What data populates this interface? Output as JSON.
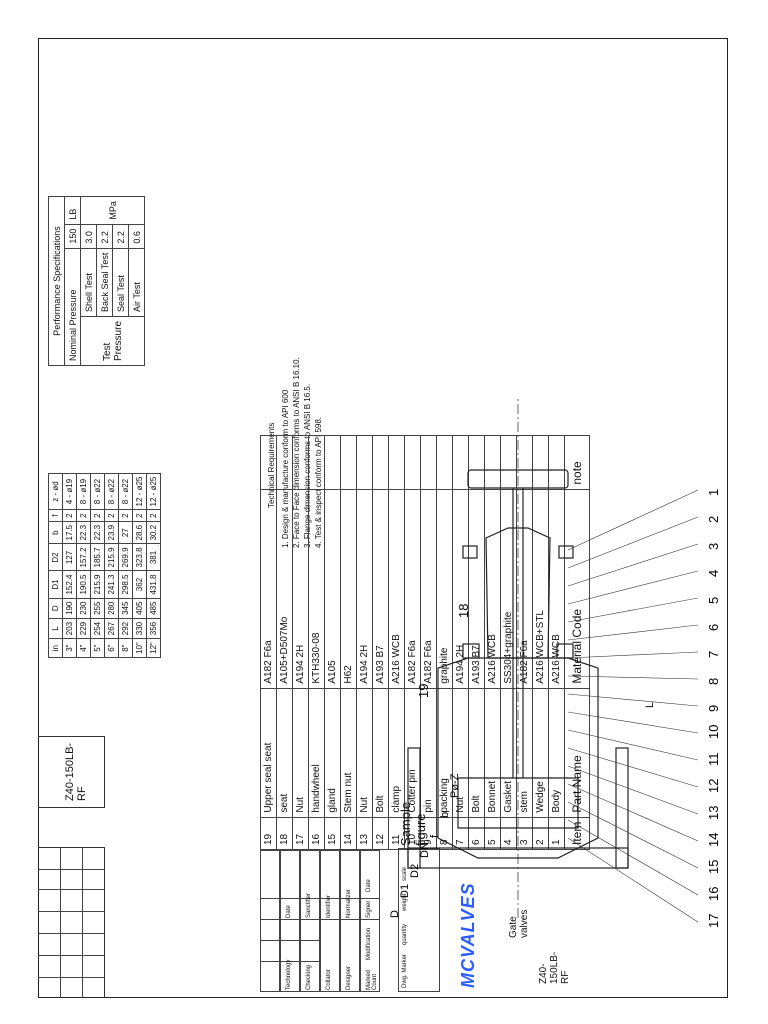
{
  "model": "Z40-150LB- RF",
  "performance": {
    "title": "Performance Specifications",
    "nominal_pressure_label": "Nominal Pressure",
    "nominal_pressure_value": "150",
    "nominal_pressure_unit": "LB",
    "test_pressure_label": "Test Pressure",
    "unit": "MPa",
    "rows": [
      {
        "label": "Shell Test",
        "value": "3.0"
      },
      {
        "label": "Back Seal Test",
        "value": "2.2"
      },
      {
        "label": "Seal Test",
        "value": "2.2"
      },
      {
        "label": "Air Test",
        "value": "0.6"
      }
    ]
  },
  "dimensions": {
    "headers": [
      "in",
      "L",
      "D",
      "D1",
      "D2",
      "b",
      "f",
      "z - ød"
    ],
    "rows": [
      [
        "3\"",
        "203",
        "190",
        "152.4",
        "127",
        "17.5",
        "2",
        "4 - ø19"
      ],
      [
        "4\"",
        "229",
        "230",
        "190.5",
        "157.2",
        "22.3",
        "2",
        "8 - ø19"
      ],
      [
        "5\"",
        "254",
        "255",
        "215.9",
        "185.7",
        "22.3",
        "2",
        "8 - ø22"
      ],
      [
        "6\"",
        "267",
        "280",
        "241.3",
        "215.9",
        "23.9",
        "2",
        "8 - ø22"
      ],
      [
        "8\"",
        "292",
        "345",
        "298.5",
        "269.9",
        "27",
        "2",
        "8 - ø22"
      ],
      [
        "10\"",
        "330",
        "405",
        "362",
        "323.8",
        "28.6",
        "2",
        "12 - ø25"
      ],
      [
        "12\"",
        "356",
        "485",
        "431.8",
        "381",
        "30.2",
        "2",
        "12 - ø25"
      ]
    ]
  },
  "technical": {
    "title": "Technical Requirements",
    "items": [
      "1. Design & manufacture conform to API 600",
      "2. Face to Face dimension conforms to ANSI B 16.10.",
      "3. Flange dimension conforms to ANSI B 16.5.",
      "4. Test & inspect conform to API 598."
    ]
  },
  "bom": {
    "headers": {
      "item": "Item",
      "part": "Part Name",
      "material": "Material  Code",
      "note": "note"
    },
    "rows": [
      {
        "no": "19",
        "part": "Upper seal seat",
        "material": "A182 F6a"
      },
      {
        "no": "18",
        "part": "seat",
        "material": "A105+D507Mo"
      },
      {
        "no": "17",
        "part": "Nut",
        "material": "A194 2H"
      },
      {
        "no": "16",
        "part": "handwheel",
        "material": "KTH330-08"
      },
      {
        "no": "15",
        "part": "gland",
        "material": "A105"
      },
      {
        "no": "14",
        "part": "Stem nut",
        "material": "H62"
      },
      {
        "no": "13",
        "part": "Nut",
        "material": "A194 2H"
      },
      {
        "no": "12",
        "part": "Bolt",
        "material": "A193 B7"
      },
      {
        "no": "11",
        "part": "clamp",
        "material": "A216 WCB"
      },
      {
        "no": "10",
        "part": "Cotter pin",
        "material": "A182 F6a"
      },
      {
        "no": "9",
        "part": "pin",
        "material": "A182 F6a"
      },
      {
        "no": "8",
        "part": "packing",
        "material": "graphite"
      },
      {
        "no": "7",
        "part": "Nut",
        "material": "A194 2H"
      },
      {
        "no": "6",
        "part": "Bolt",
        "material": "A193 B7"
      },
      {
        "no": "5",
        "part": "Bonnet",
        "material": "A216 WCB"
      },
      {
        "no": "4",
        "part": "Gasket",
        "material": "SS304+graphite"
      },
      {
        "no": "3",
        "part": "stem",
        "material": "A182 F6a"
      },
      {
        "no": "2",
        "part": "Wedge",
        "material": "A216 WCB+STL"
      },
      {
        "no": "1",
        "part": "Body",
        "material": "A216 WCB"
      }
    ]
  },
  "title_block": {
    "sample_figure": "Sample figure",
    "logo": "MCVALVES",
    "product": "Gate valves",
    "model": "Z40-150LB- RF",
    "labels": {
      "marked": "Marked",
      "count": "Count",
      "modification": "Modification",
      "signer": "Signer",
      "date": "Date",
      "designer": "Designer",
      "normalizer": "Normalizer",
      "collator": "Collator",
      "identifier": "Identifier",
      "checking": "Checking",
      "sanctifier": "Sanctifier",
      "technology": "Technology",
      "date2": "Date",
      "dwg_marker": "Dwg. Marker",
      "quantity": "quantity",
      "weight": "weight",
      "scale": "scale"
    }
  },
  "drawing": {
    "dimension_labels": [
      "L",
      "D",
      "D1",
      "D2",
      "DN",
      "f",
      "b",
      "Pø-Z"
    ],
    "balloons": [
      "17",
      "16",
      "15",
      "14",
      "13",
      "12",
      "11",
      "10",
      "9",
      "8",
      "7",
      "6",
      "5",
      "4",
      "3",
      "2",
      "1"
    ],
    "balloons_inside": [
      "19",
      "18"
    ]
  }
}
